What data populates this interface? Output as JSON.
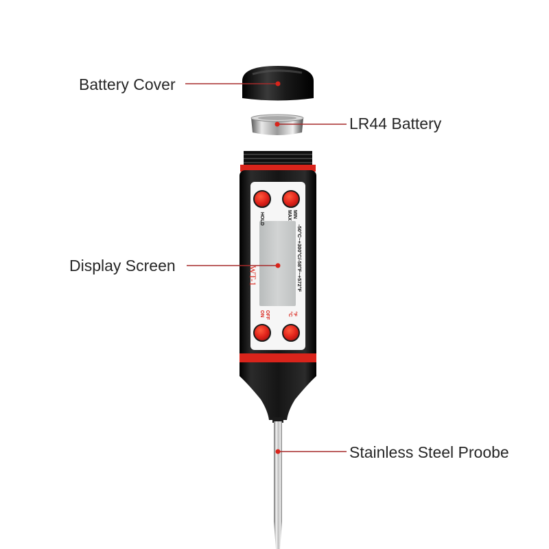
{
  "callouts": {
    "battery_cover": "Battery Cover",
    "lr44_battery": "LR44 Battery",
    "display_screen": "Display Screen",
    "probe": "Stainless Steel Proobe"
  },
  "device": {
    "model": "WT-1",
    "range_text": "-50°C~+300°C/-58°F~+572°F",
    "button_labels": {
      "hold": "HOLD",
      "max": "MAX",
      "min": "MIN",
      "on": "ON",
      "off": "OFF",
      "unit_c": "°C",
      "unit_f": "°F"
    }
  },
  "colors": {
    "body": "#111111",
    "accent_red": "#d9241b",
    "lcd": "#c6c8c8",
    "leader_line": "#a52a2a",
    "label_text": "#262626"
  }
}
